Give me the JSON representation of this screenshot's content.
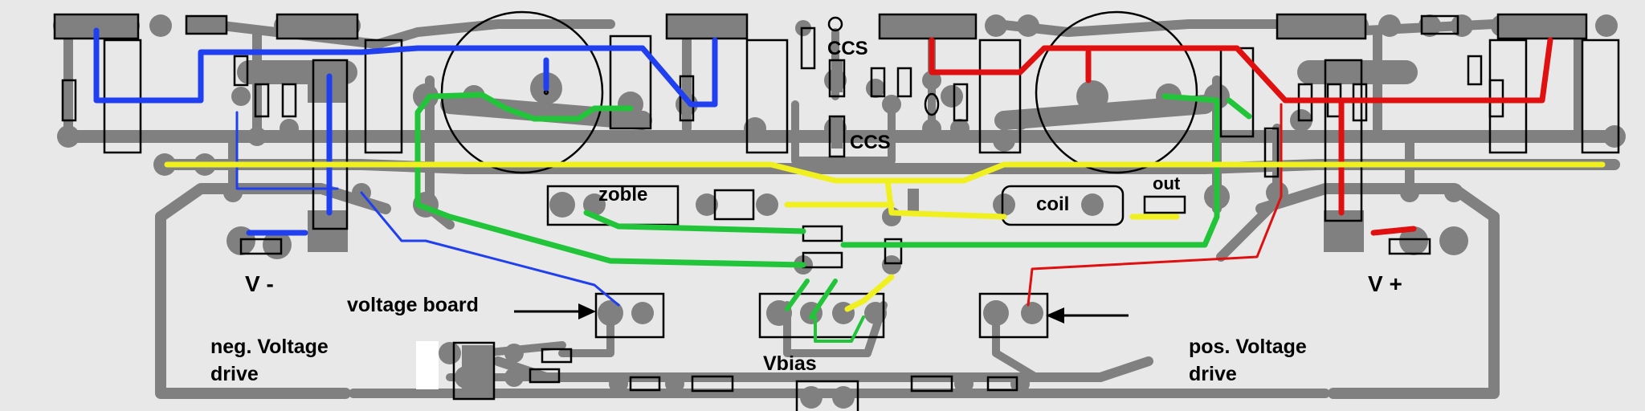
{
  "labels": {
    "ccs_top": "CCS",
    "ccs_bottom": "CCS",
    "zoble": "zoble",
    "coil": "coil",
    "out": "out",
    "v_minus": "V -",
    "v_plus": "V +",
    "voltage_board": "voltage board",
    "neg_voltage_line1": "neg. Voltage",
    "neg_voltage_line2": "drive",
    "pos_voltage_line1": "pos. Voltage",
    "pos_voltage_line2": "drive",
    "vbias": "Vbias"
  },
  "colors": {
    "background": "#e8e8e8",
    "copper": "#808080",
    "negative_rail": "#1f3ff0",
    "positive_rail": "#e01010",
    "signal": "#22c43a",
    "output": "#f0f020",
    "outline": "#000000"
  }
}
